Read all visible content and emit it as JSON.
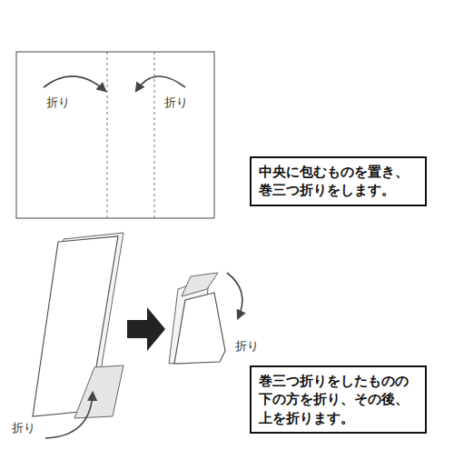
{
  "diagram": {
    "nodes": [
      {
        "text": [
          "中央に包むものを置き、 巻三つ折りをします。"
        ]
      },
      {
        "text": [
          "巻三つ折りをしたものの下の方を折り、その後、上を折ります。"
        ]
      }
    ],
    "labels": [
      "折り",
      "折り",
      "折り",
      "折り"
    ]
  }
}
